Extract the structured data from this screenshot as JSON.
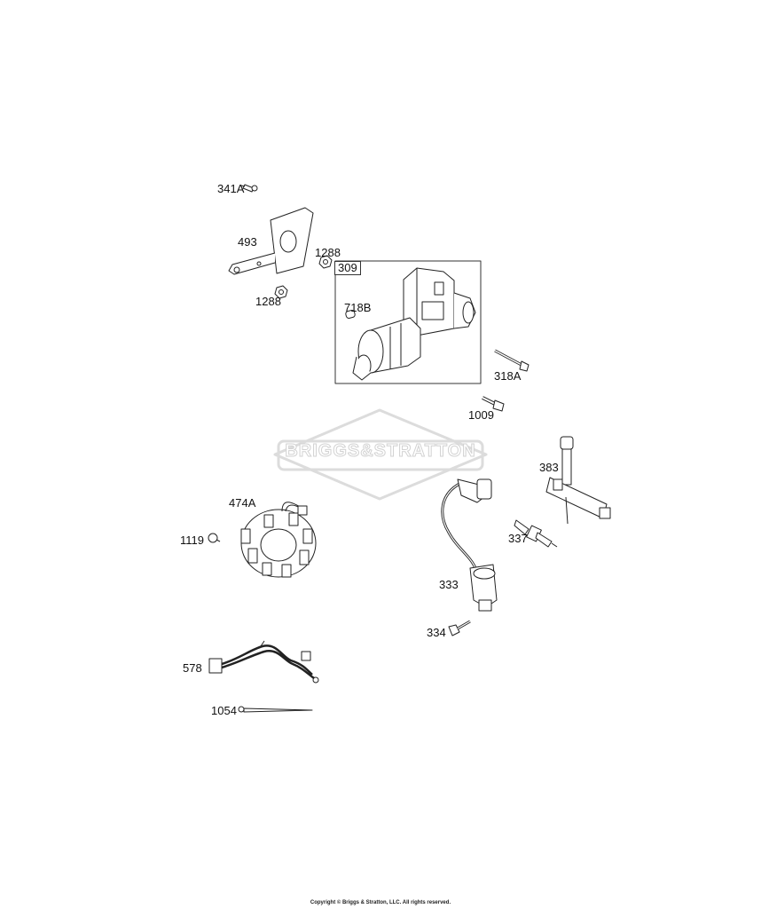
{
  "diagram": {
    "watermark": "BRIGGS&STRATTON",
    "copyright": "Copyright © Briggs & Stratton, LLC. All rights reserved.",
    "callouts": {
      "p341A": "341A",
      "p493": "493",
      "p1288a": "1288",
      "p1288b": "1288",
      "p309": "309",
      "p718B": "718B",
      "p318A": "318A",
      "p1009": "1009",
      "p383": "383",
      "p474A": "474A",
      "p1119": "1119",
      "p337": "337",
      "p333": "333",
      "p334": "334",
      "p578": "578",
      "p1054": "1054"
    }
  }
}
